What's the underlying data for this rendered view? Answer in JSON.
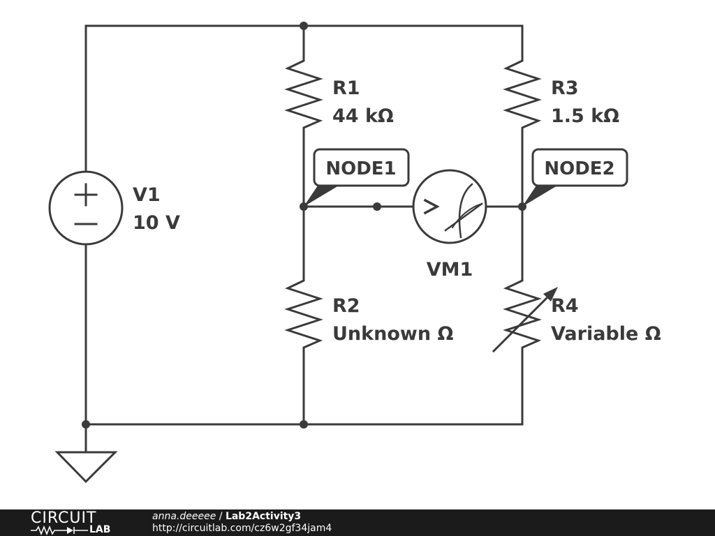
{
  "components": {
    "v1": {
      "name": "V1",
      "value": "10 V"
    },
    "r1": {
      "name": "R1",
      "value": "44 kΩ"
    },
    "r2": {
      "name": "R2",
      "value": "Unknown Ω"
    },
    "r3": {
      "name": "R3",
      "value": "1.5 kΩ"
    },
    "r4": {
      "name": "R4",
      "value": "Variable Ω"
    },
    "vm1": {
      "name": "VM1"
    }
  },
  "nodes": {
    "node1": "NODE1",
    "node2": "NODE2"
  },
  "footer": {
    "logo_top": "CIRCUIT",
    "logo_bottom": "LAB",
    "user": "anna.deeeee",
    "separator": " / ",
    "project": "Lab2Activity3",
    "url": "http://circuitlab.com/cz6w2gf34jam4"
  },
  "colors": {
    "ink": "#3a3a3a",
    "footer_bg": "#1b1b1b",
    "footer_text": "#ffffff"
  }
}
